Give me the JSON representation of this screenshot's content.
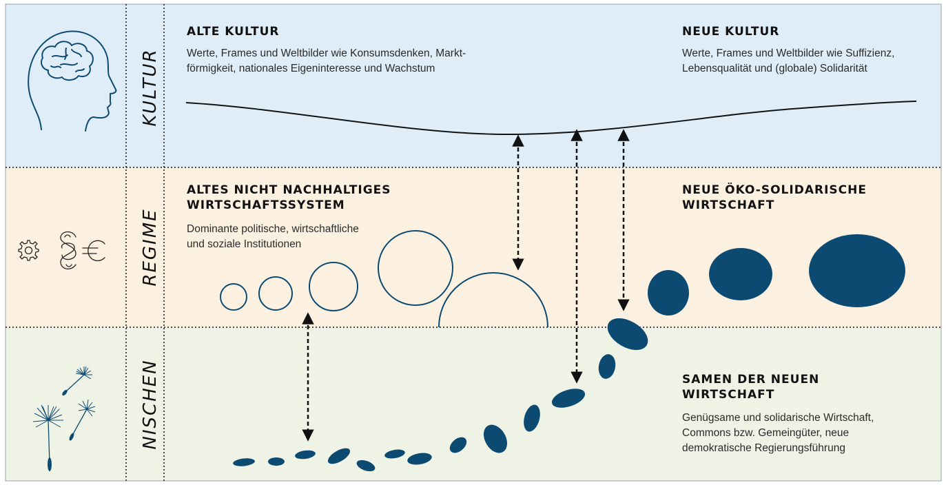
{
  "colors": {
    "kultur_band": "#deedf7",
    "regime_band": "#fcf1e1",
    "nischen_band": "#eff3e6",
    "accent_navy": "#0d4a72",
    "divider": "#111111"
  },
  "bands": {
    "kultur": {
      "label": "KULTUR",
      "icon": "head-brain-icon"
    },
    "regime": {
      "label": "REGIME",
      "icon": "gear-paragraph-euro-icon"
    },
    "nischen": {
      "label": "NISCHEN",
      "icon": "dandelion-seeds-icon"
    }
  },
  "kultur": {
    "old": {
      "title": "ALTE KULTUR",
      "text": "Werte, Frames und Weltbilder wie Konsumsdenken, Markt-\nförmigkeit, nationales Eigeninteresse und Wachstum"
    },
    "new": {
      "title": "NEUE  KULTUR",
      "text": "Werte, Frames und Weltbilder wie Suffizienz,\nLebensqualität und (globale) Solidarität"
    }
  },
  "regime": {
    "old": {
      "title": "ALTES NICHT NACHHALTIGES\nWIRTSCHAFTSSYSTEM",
      "text": "Dominante politische, wirtschaftliche\nund soziale Institutionen"
    },
    "new": {
      "title": "NEUE ÖKO-SOLIDARISCHE\nWIRTSCHAFT"
    }
  },
  "nischen": {
    "new": {
      "title": "SAMEN DER NEUEN\nWIRTSCHAFT",
      "text": "Genügsame und solidarische Wirtschaft,\nCommons bzw. Gemeingüter, neue\ndemokratische Regierungsführung"
    }
  }
}
